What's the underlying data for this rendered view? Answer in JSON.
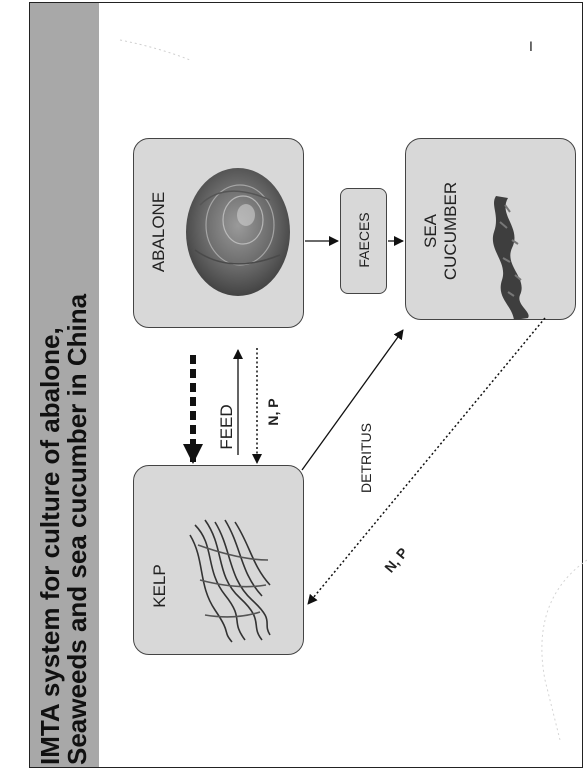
{
  "title": {
    "line1": "IMTA system for culture of abalone,",
    "line2": "Seaweeds and sea cucumber in China"
  },
  "page_mark": "I",
  "nodes": {
    "abalone": "ABALONE",
    "kelp": "KELP",
    "sea_cucumber": "SEA CUCUMBER",
    "faeces": "FAECES"
  },
  "flow_labels": {
    "feed": "FEED",
    "np_top": "N, P",
    "detritus": "DETRITUS",
    "np_bottom": "N, P"
  },
  "colors": {
    "box_fill": "#d8d8d8",
    "title_band": "#a8a8a8"
  },
  "icons": {
    "abalone": "abalone-shell-image",
    "kelp": "kelp-seaweed-image",
    "sea_cucumber": "sea-cucumber-image"
  }
}
